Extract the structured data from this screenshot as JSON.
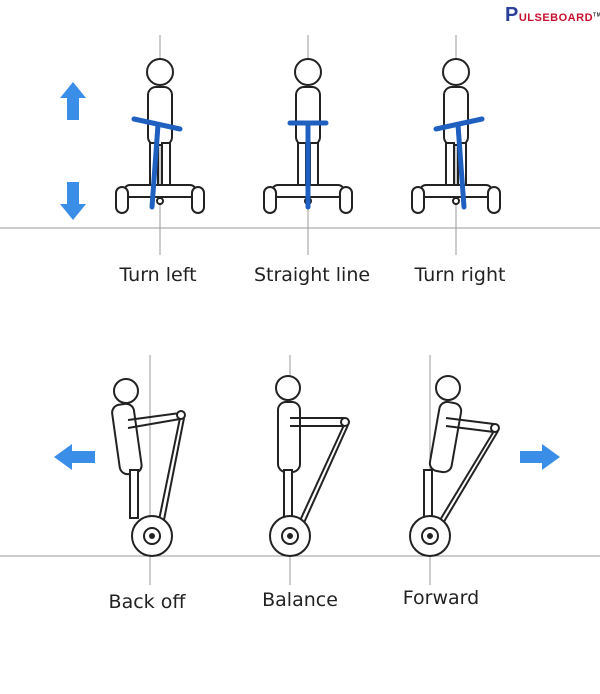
{
  "logo": {
    "text": "PULSEBOARD",
    "mark": "TM"
  },
  "top_row": {
    "labels": [
      "Turn left",
      "Straight line",
      "Turn right"
    ],
    "arrows": [
      "arrow-up-icon",
      "arrow-down-icon"
    ]
  },
  "bottom_row": {
    "labels": [
      "Back off",
      "Balance",
      "Forward"
    ],
    "arrows": [
      "arrow-left-icon",
      "arrow-right-icon"
    ]
  },
  "colors": {
    "accent": "#3b8ee8",
    "handle": "#1f5fbf",
    "line": "#222222",
    "guide": "#999999"
  }
}
